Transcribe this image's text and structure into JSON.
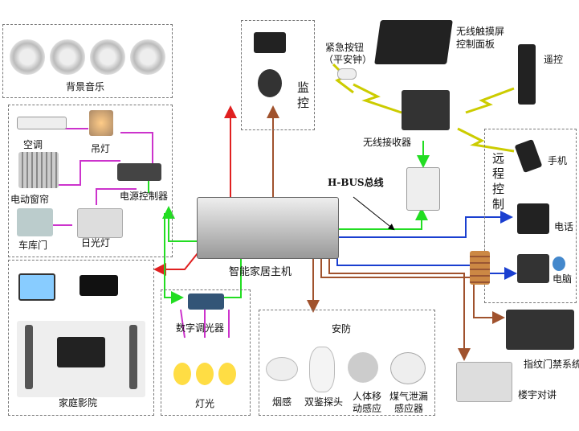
{
  "zones": {
    "music": {
      "title": "背景音乐"
    },
    "appliances": {
      "ac": "空调",
      "chandelier": "吊灯",
      "curtain": "电动窗帘",
      "power_controller": "电源控制器",
      "garage": "车库门",
      "fluorescent": "日光灯"
    },
    "theater": {
      "title": "家庭影院"
    },
    "lighting": {
      "dimmer": "数字调光器",
      "title": "灯光"
    },
    "security": {
      "title": "安防",
      "smoke": "烟感",
      "dual": "双鉴探头",
      "motion_1": "人体移",
      "motion_2": "动感应",
      "gas_1": "煤气泄漏",
      "gas_2": "感应器"
    },
    "monitor": {
      "title": "监控"
    },
    "remote": {
      "title": "远程控制",
      "phone": "手机",
      "telephone": "电话",
      "pc": "电脑"
    }
  },
  "host": {
    "label": "智能家居主机"
  },
  "bus": {
    "label": "H-BUS总线"
  },
  "wireless": {
    "receiver": "无线接收器",
    "panel_1": "无线触摸屏",
    "panel_2": "控制面板",
    "emergency_1": "紧急按钮",
    "emergency_2": "（平安钟）",
    "remote": "遥控"
  },
  "access": {
    "fingerprint": "指纹门禁系统",
    "intercom": "楼宇对讲"
  },
  "colors": {
    "red": "#e02020",
    "brown": "#a0522d",
    "green": "#22dd22",
    "blue": "#1a3fd0",
    "magenta": "#cc33cc"
  }
}
